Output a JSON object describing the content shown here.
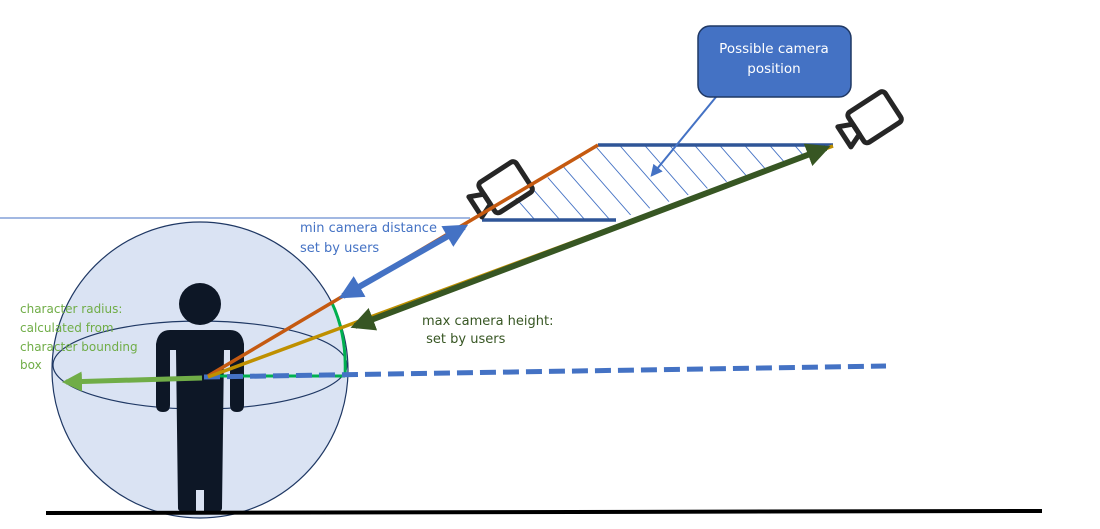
{
  "diagram": {
    "title": "Camera positioning constraints around a character",
    "callout": {
      "line1": "Possible camera",
      "line2": "position"
    },
    "labels": {
      "min_distance": {
        "line1": "min camera distance",
        "line2": "set by users"
      },
      "character_radius": {
        "line1": "character radius:",
        "line2": "calculated from",
        "line3": "character bounding",
        "line4": "box"
      },
      "max_height": {
        "line1": "max camera height:",
        "line2": " set by users"
      }
    },
    "icons": {
      "camera_near": "video-camera-icon",
      "camera_far": "video-camera-icon",
      "character": "person-silhouette-icon"
    },
    "colors": {
      "callout_fill": "#4472c4",
      "callout_border": "#1f3864",
      "min_distance_arrow": "#4472c4",
      "min_distance_text": "#4472c4",
      "radius_arrow": "#70ad47",
      "radius_text": "#70ad47",
      "max_height_arrow": "#375623",
      "max_height_text": "#375623",
      "orange_line": "#c55a11",
      "gold_line": "#bf9000",
      "angle_arc": "#00b050",
      "hatch_region": "#2f5597",
      "sphere_fill": "#dae3f3",
      "sphere_stroke": "#1f3864",
      "person": "#0d1726",
      "ground": "#000000",
      "camera_stroke": "#262626"
    }
  }
}
